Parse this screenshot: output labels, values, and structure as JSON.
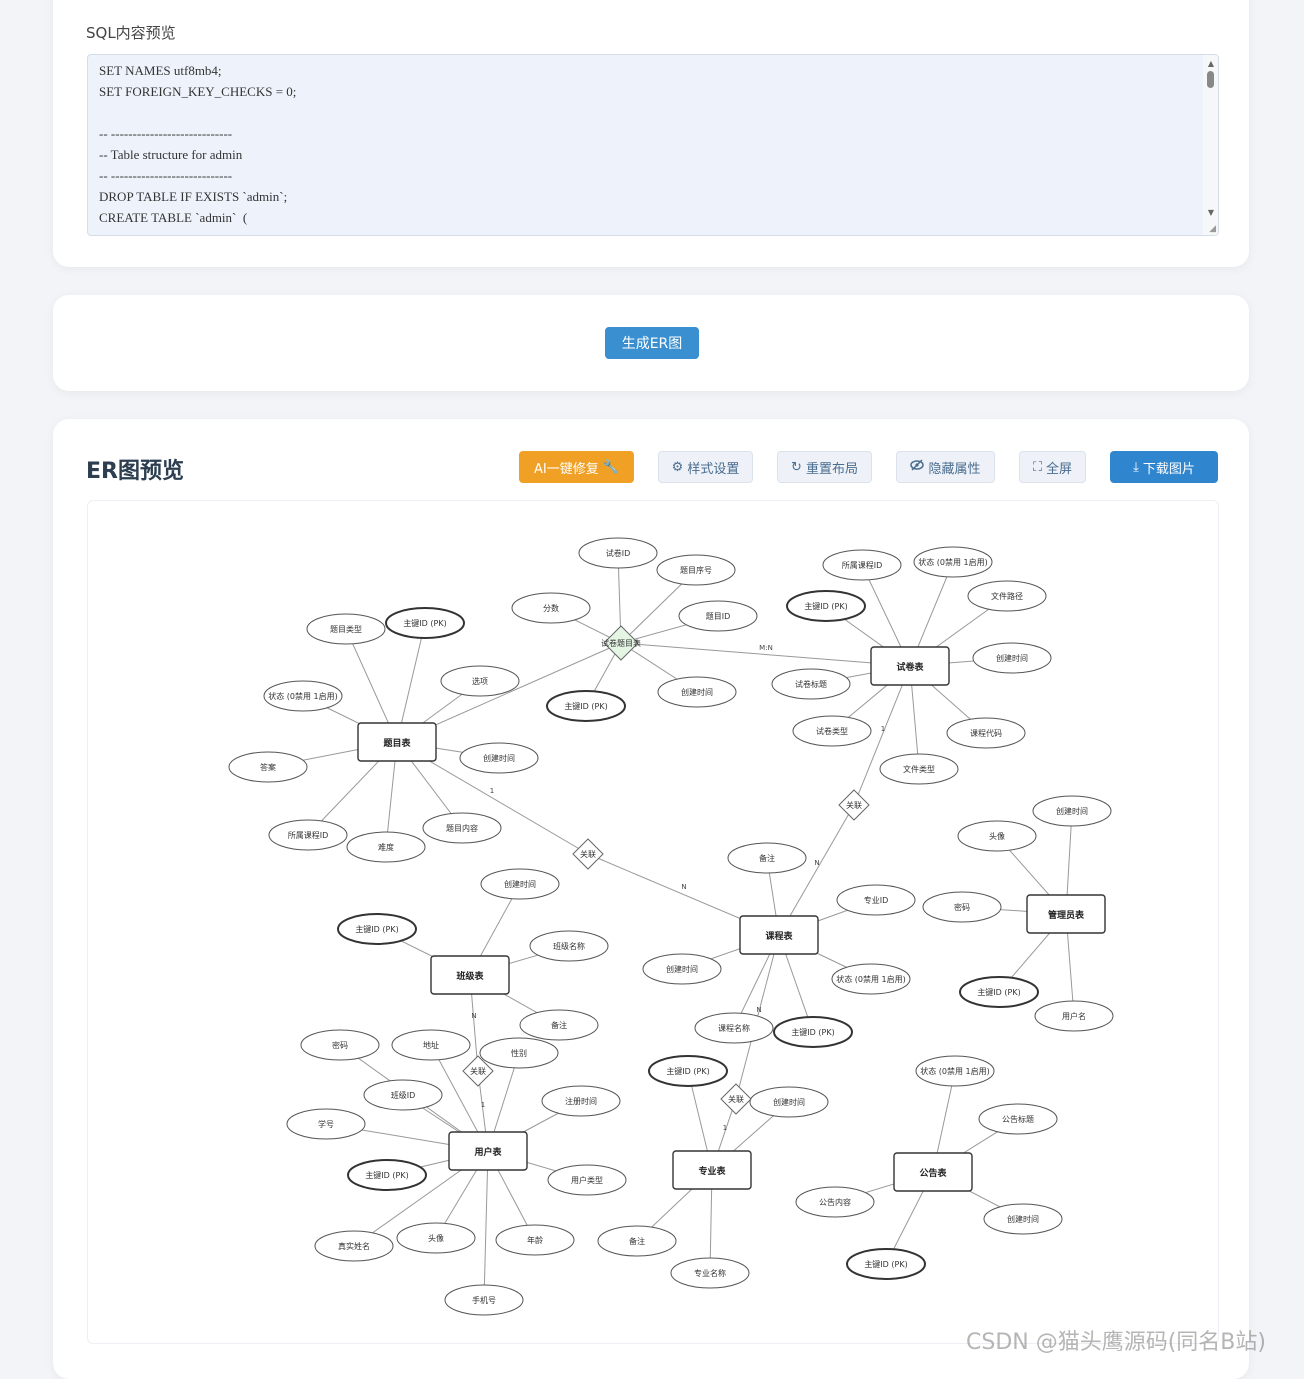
{
  "sql_section": {
    "label": "SQL内容预览",
    "lines": [
      "SET NAMES utf8mb4;",
      "SET FOREIGN_KEY_CHECKS = 0;",
      "",
      "-- ----------------------------",
      "-- Table structure for admin",
      "-- ----------------------------",
      "DROP TABLE IF EXISTS `admin`;",
      "CREATE TABLE `admin`  ("
    ]
  },
  "generate": {
    "button_label": "生成ER图"
  },
  "er_preview": {
    "title": "ER图预览",
    "toolbar": {
      "ai_fix": "AI一键修复",
      "style": "样式设置",
      "reset": "重置布局",
      "hide_attrs": "隐藏属性",
      "fullscreen": "全屏",
      "download": "下载图片"
    },
    "entities": [
      {
        "id": "q",
        "label": "题目表"
      },
      {
        "id": "p",
        "label": "试卷表"
      },
      {
        "id": "c",
        "label": "课程表"
      },
      {
        "id": "a",
        "label": "管理员表"
      },
      {
        "id": "cl",
        "label": "班级表"
      },
      {
        "id": "u",
        "label": "用户表"
      },
      {
        "id": "m",
        "label": "专业表"
      },
      {
        "id": "n",
        "label": "公告表"
      }
    ],
    "relationships": [
      {
        "id": "r1",
        "label": "试卷题目表"
      },
      {
        "id": "r2",
        "label": "关联"
      },
      {
        "id": "r3",
        "label": "关联"
      },
      {
        "id": "r4",
        "label": "关联"
      },
      {
        "id": "r5",
        "label": "关联"
      }
    ],
    "attributes": [
      "题目类型",
      "主键ID (PK)",
      "选项",
      "状态 (0禁用 1启用)",
      "答案",
      "创建时间",
      "所属课程ID",
      "难度",
      "题目内容",
      "试卷ID",
      "题目序号",
      "分数",
      "题目ID",
      "主键ID (PK)",
      "创建时间",
      "所属课程ID",
      "状态 (0禁用 1启用)",
      "主键ID (PK)",
      "文件路径",
      "创建时间",
      "试卷标题",
      "试卷类型",
      "课程代码",
      "文件类型",
      "备注",
      "专业ID",
      "创建时间",
      "状态 (0禁用 1启用)",
      "课程名称",
      "主键ID (PK)",
      "头像",
      "创建时间",
      "密码",
      "主键ID (PK)",
      "用户名",
      "创建时间",
      "主键ID (PK)",
      "班级名称",
      "备注",
      "密码",
      "地址",
      "性别",
      "班级ID",
      "注册时间",
      "学号",
      "主键ID (PK)",
      "用户类型",
      "真实姓名",
      "头像",
      "年龄",
      "手机号",
      "主键ID (PK)",
      "创建时间",
      "备注",
      "专业名称",
      "状态 (0禁用 1启用)",
      "公告标题",
      "公告内容",
      "创建时间",
      "主键ID (PK)"
    ],
    "cardinalities": [
      "M:N",
      "1",
      "N",
      "1",
      "N",
      "N",
      "1",
      "N",
      "1"
    ]
  },
  "watermark": "CSDN @猫头鹰源码(同名B站)"
}
